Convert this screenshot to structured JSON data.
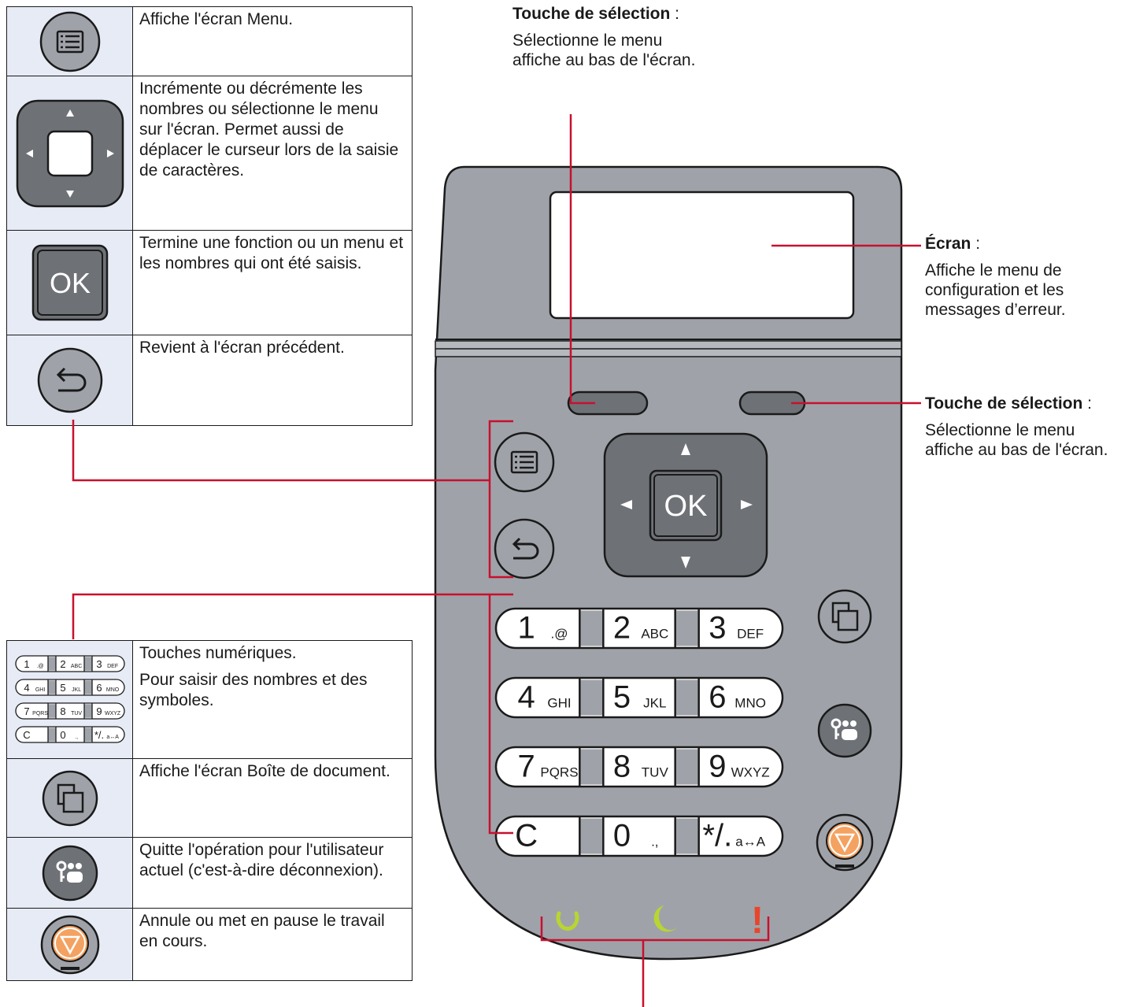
{
  "table_top": {
    "rows": [
      {
        "icon": "menu-key-icon",
        "text": "Affiche l'écran Menu."
      },
      {
        "icon": "arrow-keys-icon",
        "text": "Incrémente ou décrémente les nombres ou sélectionne le menu sur l'écran. Permet aussi de déplacer le curseur lors de la saisie de caractères."
      },
      {
        "icon": "ok-key-icon",
        "text": "Termine une fonction ou un menu et les nombres qui ont été saisis."
      },
      {
        "icon": "back-key-icon",
        "text": "Revient à l'écran précédent."
      }
    ]
  },
  "table_bottom": {
    "rows": [
      {
        "icon": "numeric-keypad-icon",
        "text": "Touches numériques.",
        "text2": "Pour saisir des nombres et des symboles."
      },
      {
        "icon": "document-box-key-icon",
        "text": "Affiche l'écran Boîte de document."
      },
      {
        "icon": "logout-key-icon",
        "text": "Quitte l'opération pour l'utilisateur actuel (c'est-à-dire déconnexion)."
      },
      {
        "icon": "stop-key-icon",
        "text": "Annule ou met en pause le travail en cours."
      }
    ]
  },
  "callouts": {
    "select_top": {
      "title": "Touche de sélection",
      "sep": " :",
      "desc_line1": "Sélectionne le menu",
      "desc_line2": "affiche au bas de l'écran."
    },
    "screen": {
      "title": "Écran",
      "sep": " :",
      "desc_line1": "Affiche le menu de",
      "desc_line2": "configuration et les",
      "desc_line3": "messages d’erreur."
    },
    "select_right": {
      "title": "Touche de sélection",
      "sep": " :",
      "desc_line1": "Sélectionne le menu",
      "desc_line2": "affiche au bas de l'écran."
    }
  },
  "panel": {
    "ok_label": "OK",
    "keys": [
      {
        "main": "1",
        "sub": ".@"
      },
      {
        "main": "2",
        "sub": "ABC"
      },
      {
        "main": "3",
        "sub": "DEF"
      },
      {
        "main": "4",
        "sub": "GHI"
      },
      {
        "main": "5",
        "sub": "JKL"
      },
      {
        "main": "6",
        "sub": "MNO"
      },
      {
        "main": "7",
        "sub": "PQRS"
      },
      {
        "main": "8",
        "sub": "TUV"
      },
      {
        "main": "9",
        "sub": "WXYZ"
      },
      {
        "main": "C",
        "sub": ""
      },
      {
        "main": "0",
        "sub": ".,"
      },
      {
        "main": "*/.",
        "sub": "a↔A"
      }
    ],
    "attention_glyph": "!"
  },
  "colors": {
    "panel_body": "#9fa3a9",
    "panel_dark": "#6e7277",
    "key_fill": "#5a5e63",
    "callout_line": "#c8102e",
    "table_icon_bg": "#e6ebf5",
    "ready_led": "#b8d531",
    "energy_led": "#b8d531",
    "attention_led": "#e8452c",
    "stop_orange": "#f4a261"
  }
}
